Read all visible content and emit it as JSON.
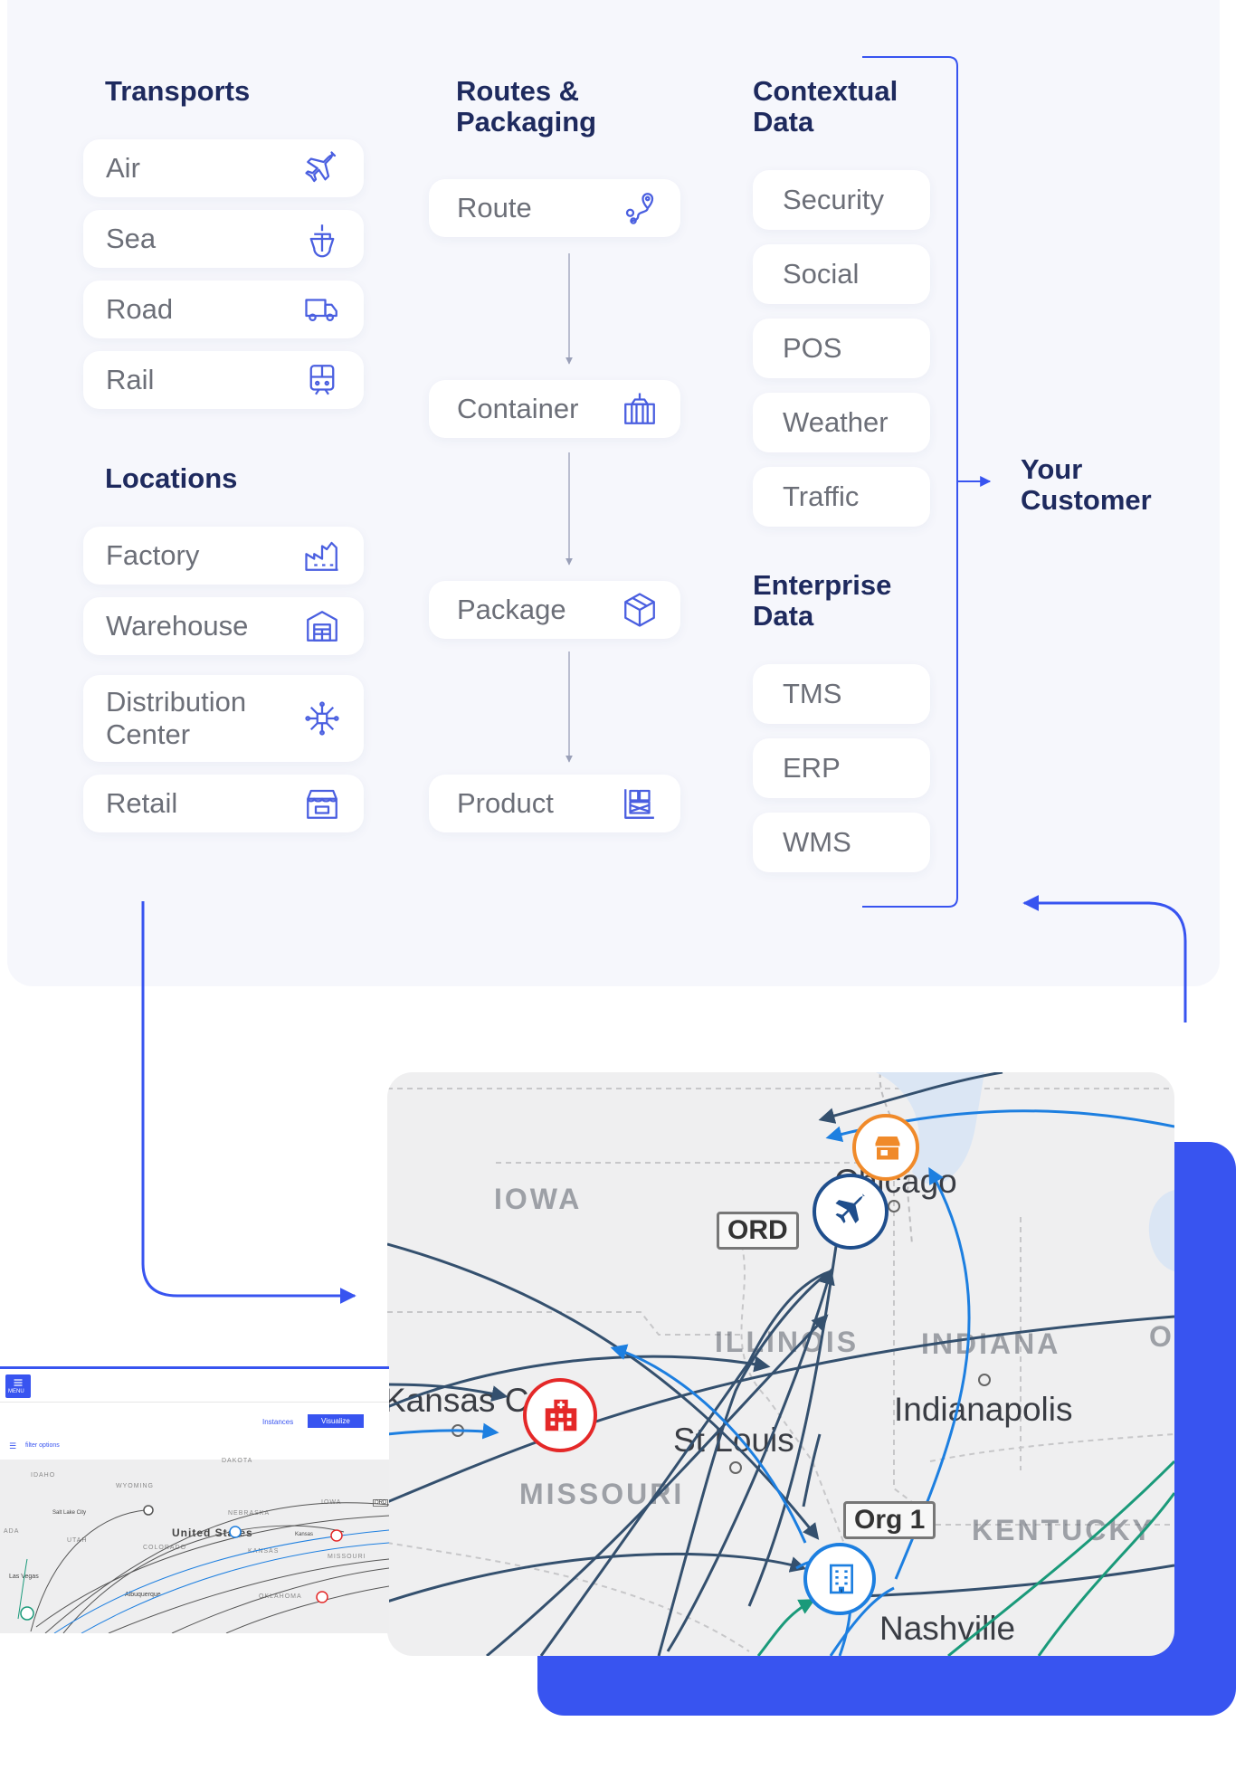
{
  "sections": {
    "transports": {
      "title": "Transports",
      "items": [
        "Air",
        "Sea",
        "Road",
        "Rail"
      ]
    },
    "locations": {
      "title": "Locations",
      "items": [
        "Factory",
        "Warehouse",
        "Distribution Center",
        "Retail"
      ]
    },
    "routes": {
      "title": "Routes & Packaging",
      "items": [
        "Route",
        "Container",
        "Package",
        "Product"
      ]
    },
    "contextual": {
      "title": "Contextual Data",
      "items": [
        "Security",
        "Social",
        "POS",
        "Weather",
        "Traffic"
      ]
    },
    "enterprise": {
      "title": "Enterprise Data",
      "items": [
        "TMS",
        "ERP",
        "WMS"
      ]
    },
    "customer": {
      "label": "Your Customer"
    }
  },
  "map": {
    "regions": [
      "IOWA",
      "ILLINOIS",
      "INDIANA",
      "MISSOURI",
      "KENTUCKY",
      "O"
    ],
    "cities": [
      "Chicago",
      "Kansas C",
      "St Louis",
      "Indianapolis",
      "Nashville"
    ],
    "tags": [
      "ORD",
      "Org 1"
    ]
  },
  "screenshot": {
    "menu_label": "MENU",
    "tabs": [
      "Instances",
      "Visualize"
    ],
    "filter_label": "filter options",
    "regions": [
      "IDAHO",
      "WYOMING",
      "DAKOTA",
      "NEBRASKA",
      "IOWA",
      "UTAH",
      "COLORADO",
      "KANSAS",
      "MISSOURI",
      "OKLAHOMA",
      "ADA"
    ],
    "cities": [
      "Salt Lake City",
      "United States",
      "Las Vegas",
      "Albuquerque",
      "Kansas"
    ],
    "tag": "ORD"
  },
  "colors": {
    "heading": "#1e2a5e",
    "accent": "#3854f0",
    "icon": "#4a5fe0",
    "panel": "#f6f7fc",
    "route_dark": "#34506e",
    "route_light": "#1d7fe0",
    "route_green": "#1a9a7a",
    "hospital": "#e42828",
    "retail": "#f08a2a"
  }
}
